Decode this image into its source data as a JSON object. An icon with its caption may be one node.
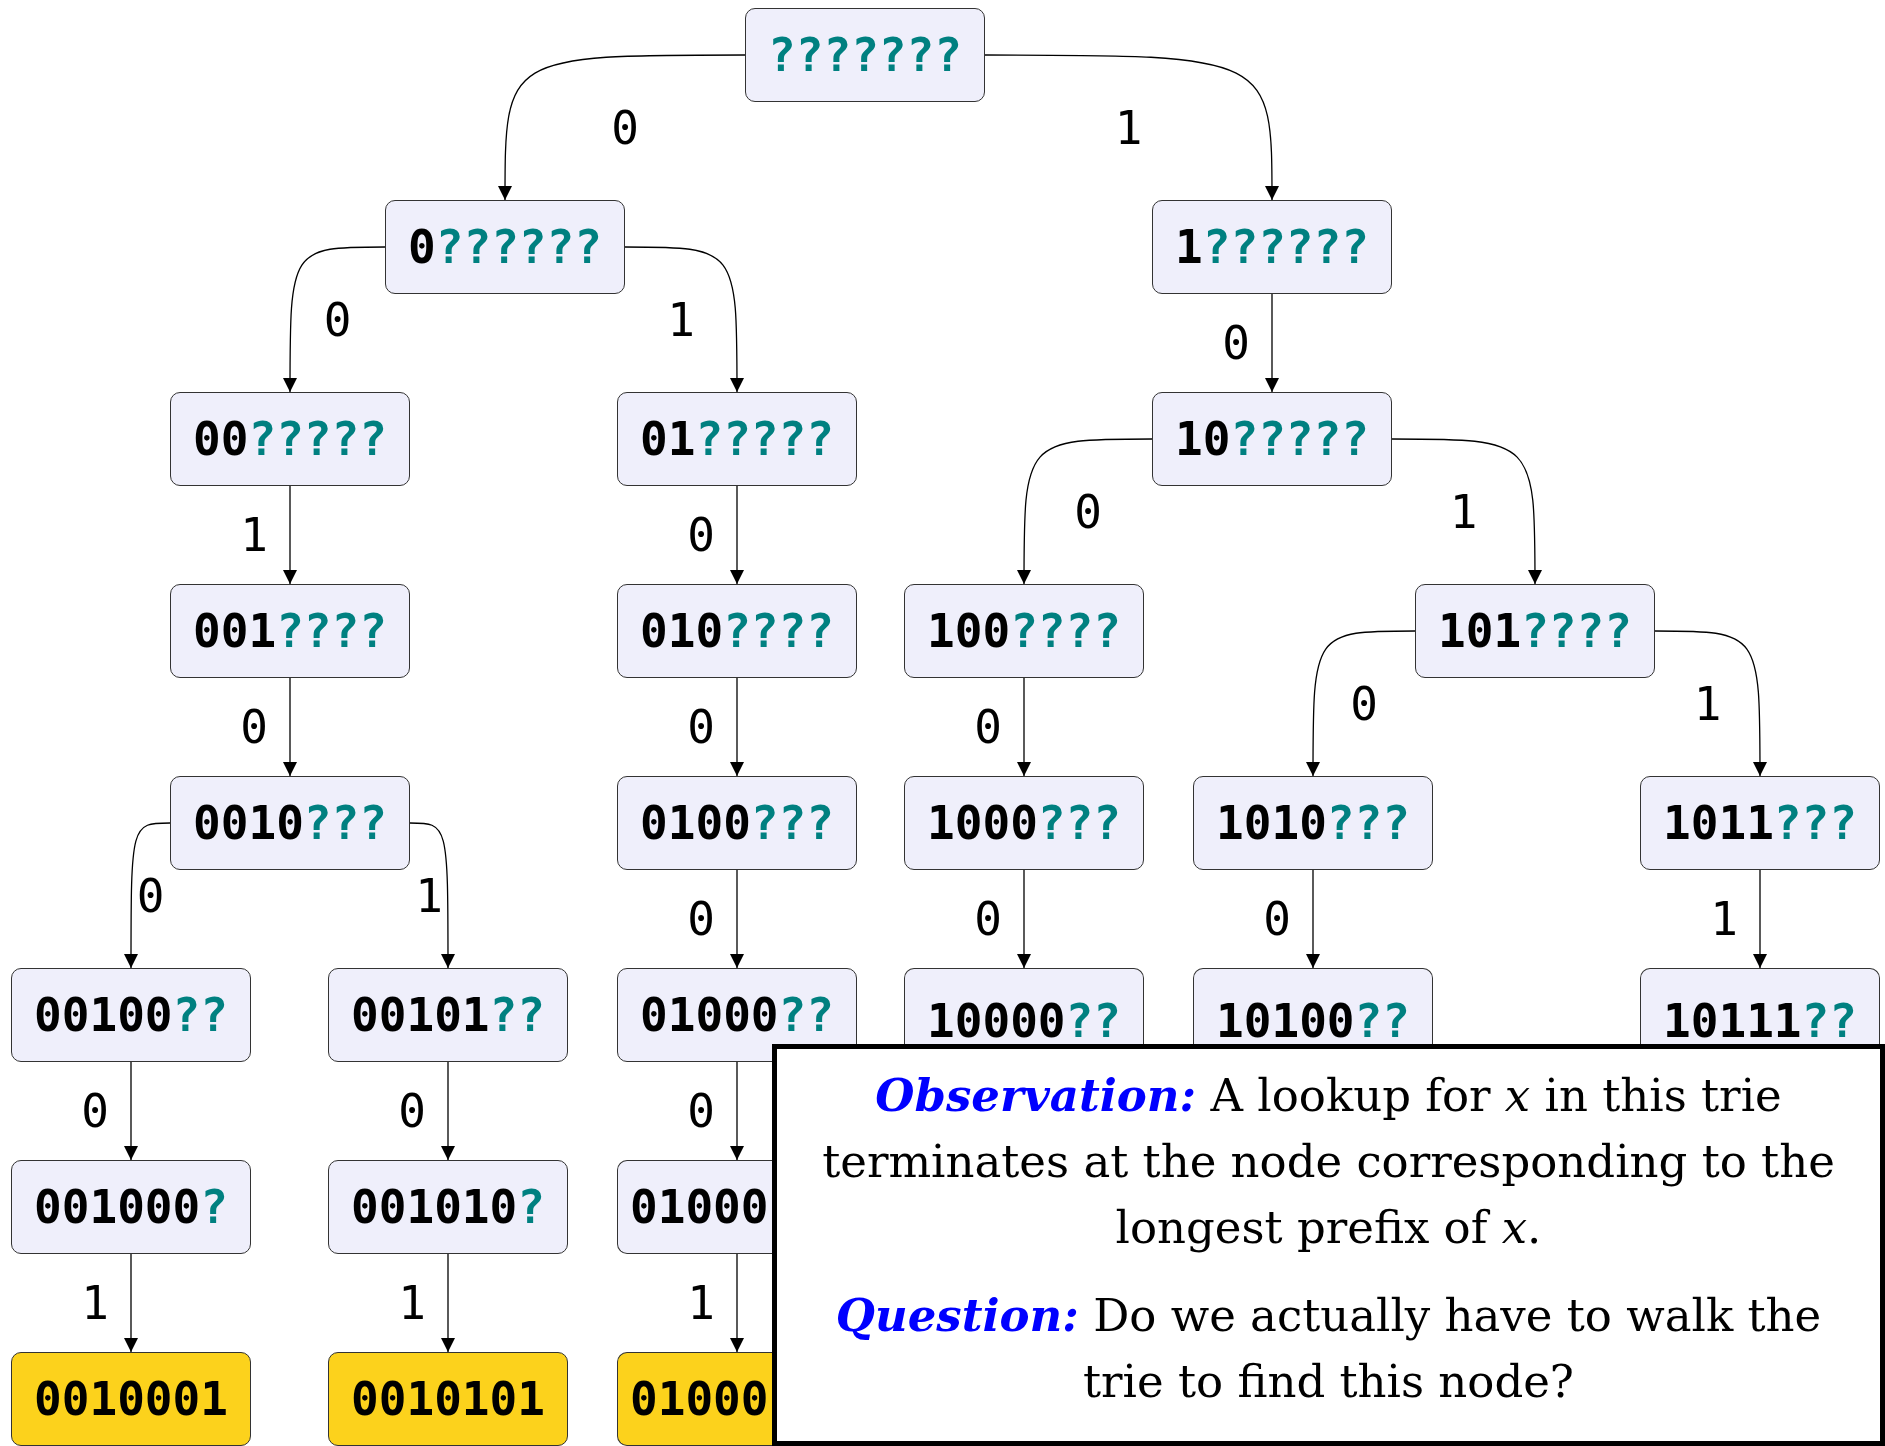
{
  "diagram": {
    "nodes": [
      {
        "text": [
          "???????"
        ]
      },
      {
        "text": [
          "0??????"
        ]
      },
      {
        "text": [
          "1??????"
        ]
      },
      {
        "text": [
          "00?????"
        ]
      },
      {
        "text": [
          "01?????"
        ]
      },
      {
        "text": [
          "10?????"
        ]
      },
      {
        "text": [
          "001????"
        ]
      },
      {
        "text": [
          "010????"
        ]
      },
      {
        "text": [
          "100????"
        ]
      },
      {
        "text": [
          "101????"
        ]
      },
      {
        "text": [
          "0010???"
        ]
      },
      {
        "text": [
          "0100???"
        ]
      },
      {
        "text": [
          "1000???"
        ]
      },
      {
        "text": [
          "1010???"
        ]
      },
      {
        "text": [
          "1011???"
        ]
      },
      {
        "text": [
          "00100??"
        ]
      },
      {
        "text": [
          "00101??"
        ]
      },
      {
        "text": [
          "01000??"
        ]
      },
      {
        "text": [
          "10000??"
        ]
      },
      {
        "text": [
          "10100??"
        ]
      },
      {
        "text": [
          "10111??"
        ]
      },
      {
        "text": [
          "001000?"
        ]
      },
      {
        "text": [
          "001010?"
        ]
      },
      {
        "text": [
          "01000"
        ]
      },
      {
        "text": [
          "0010001"
        ]
      },
      {
        "text": [
          "0010101"
        ]
      },
      {
        "text": [
          "01000"
        ]
      },
      {
        "text": [
          "**Observation:** A lookup for *x* in this trie terminates at the node corresponding to the longest prefix of *x*.",
          "**Question:** Do we actually have to walk the trie to find this node?"
        ]
      }
    ],
    "edges": [
      {
        "from": 0,
        "to": 1,
        "label": "0",
        "arrow": "to"
      },
      {
        "from": 0,
        "to": 2,
        "label": "1",
        "arrow": "to"
      },
      {
        "from": 1,
        "to": 3,
        "label": "0",
        "arrow": "to"
      },
      {
        "from": 1,
        "to": 4,
        "label": "1",
        "arrow": "to"
      },
      {
        "from": 2,
        "to": 5,
        "label": "0",
        "arrow": "to"
      },
      {
        "from": 3,
        "to": 6,
        "label": "1",
        "arrow": "to"
      },
      {
        "from": 4,
        "to": 7,
        "label": "0",
        "arrow": "to"
      },
      {
        "from": 5,
        "to": 8,
        "label": "0",
        "arrow": "to"
      },
      {
        "from": 5,
        "to": 9,
        "label": "1",
        "arrow": "to"
      },
      {
        "from": 6,
        "to": 10,
        "label": "0",
        "arrow": "to"
      },
      {
        "from": 7,
        "to": 11,
        "label": "0",
        "arrow": "to"
      },
      {
        "from": 8,
        "to": 12,
        "label": "0",
        "arrow": "to"
      },
      {
        "from": 9,
        "to": 13,
        "label": "0",
        "arrow": "to"
      },
      {
        "from": 9,
        "to": 14,
        "label": "1",
        "arrow": "to"
      },
      {
        "from": 10,
        "to": 15,
        "label": "0",
        "arrow": "to"
      },
      {
        "from": 10,
        "to": 16,
        "label": "1",
        "arrow": "to"
      },
      {
        "from": 11,
        "to": 17,
        "label": "0",
        "arrow": "to"
      },
      {
        "from": 12,
        "to": 18,
        "label": "0",
        "arrow": "to"
      },
      {
        "from": 13,
        "to": 19,
        "label": "0",
        "arrow": "to"
      },
      {
        "from": 14,
        "to": 20,
        "label": "1",
        "arrow": "to"
      },
      {
        "from": 15,
        "to": 21,
        "label": "0",
        "arrow": "to"
      },
      {
        "from": 16,
        "to": 22,
        "label": "0",
        "arrow": "to"
      },
      {
        "from": 17,
        "to": 23,
        "label": "0",
        "arrow": "to"
      },
      {
        "from": 21,
        "to": 24,
        "label": "1",
        "arrow": "to"
      },
      {
        "from": 22,
        "to": 25,
        "label": "1",
        "arrow": "to"
      },
      {
        "from": 23,
        "to": 26,
        "label": "1",
        "arrow": "to"
      }
    ]
  }
}
